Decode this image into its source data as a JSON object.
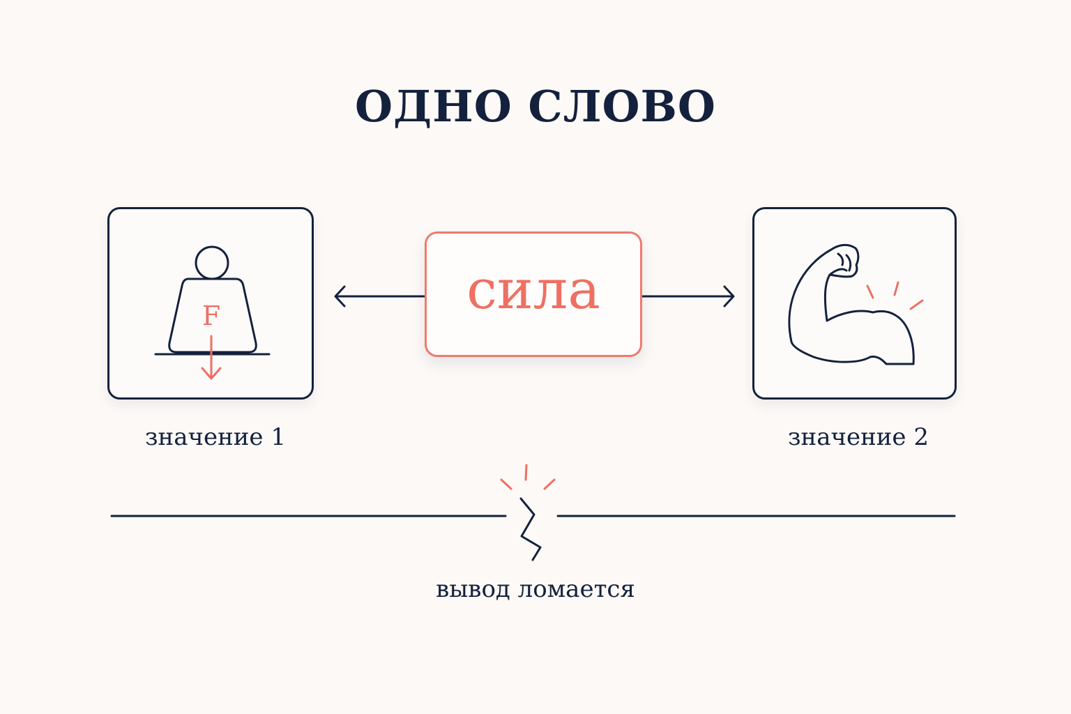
{
  "title": "ОДНО СЛОВО",
  "center_word": "сила",
  "left_panel": {
    "caption": "значение 1",
    "icon": "weight-icon",
    "symbol": "F"
  },
  "right_panel": {
    "caption": "значение 2",
    "icon": "flexed-arm-icon"
  },
  "bottom": {
    "caption": "вывод ломается",
    "icon": "broken-line-icon"
  },
  "colors": {
    "navy": "#14213d",
    "coral": "#ef6f62",
    "background": "#fcf9f7"
  }
}
